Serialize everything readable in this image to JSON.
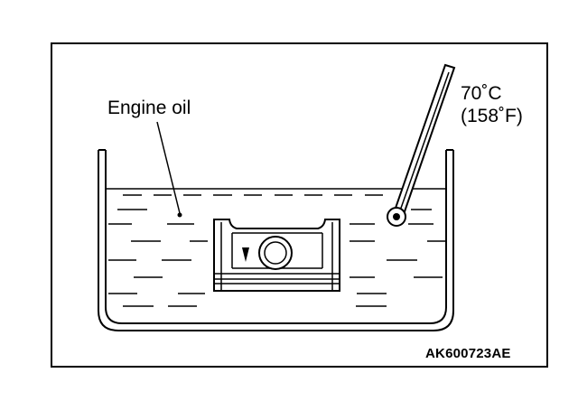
{
  "labels": {
    "engine_oil": "Engine oil",
    "temperature_c": "70˚C",
    "temperature_f": "(158˚F)",
    "figure_code": "AK600723AE"
  },
  "icons": {
    "thermometer": "thermometer-icon",
    "piston": "piston-icon",
    "container": "oil-bath-container"
  }
}
